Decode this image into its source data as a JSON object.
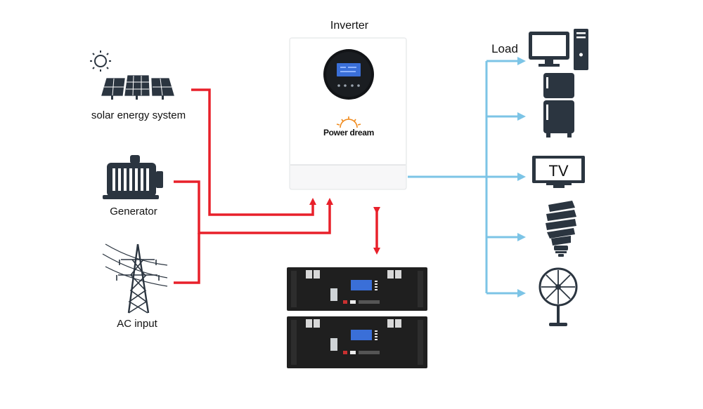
{
  "labels": {
    "inverter": "Inverter",
    "load": "Load",
    "solar": "solar energy system",
    "generator": "Generator",
    "ac_input": "AC input",
    "tv": "TV",
    "brand": "Power dream"
  },
  "colors": {
    "input_line": "#e8202a",
    "load_line": "#7cc4e6",
    "icon": "#2b3540",
    "battery": "#1f1f1f",
    "lcd": "#3a6fd8",
    "brand_sun": "#f08a1c"
  },
  "icons": {
    "sun": "sun-icon",
    "solar_panels": "solar-panel-icon",
    "generator": "generator-icon",
    "pylon": "power-pylon-icon",
    "computer": "desktop-computer-icon",
    "fridge": "refrigerator-icon",
    "tv": "tv-icon",
    "bulb": "cfl-bulb-icon",
    "fan": "fan-icon"
  }
}
